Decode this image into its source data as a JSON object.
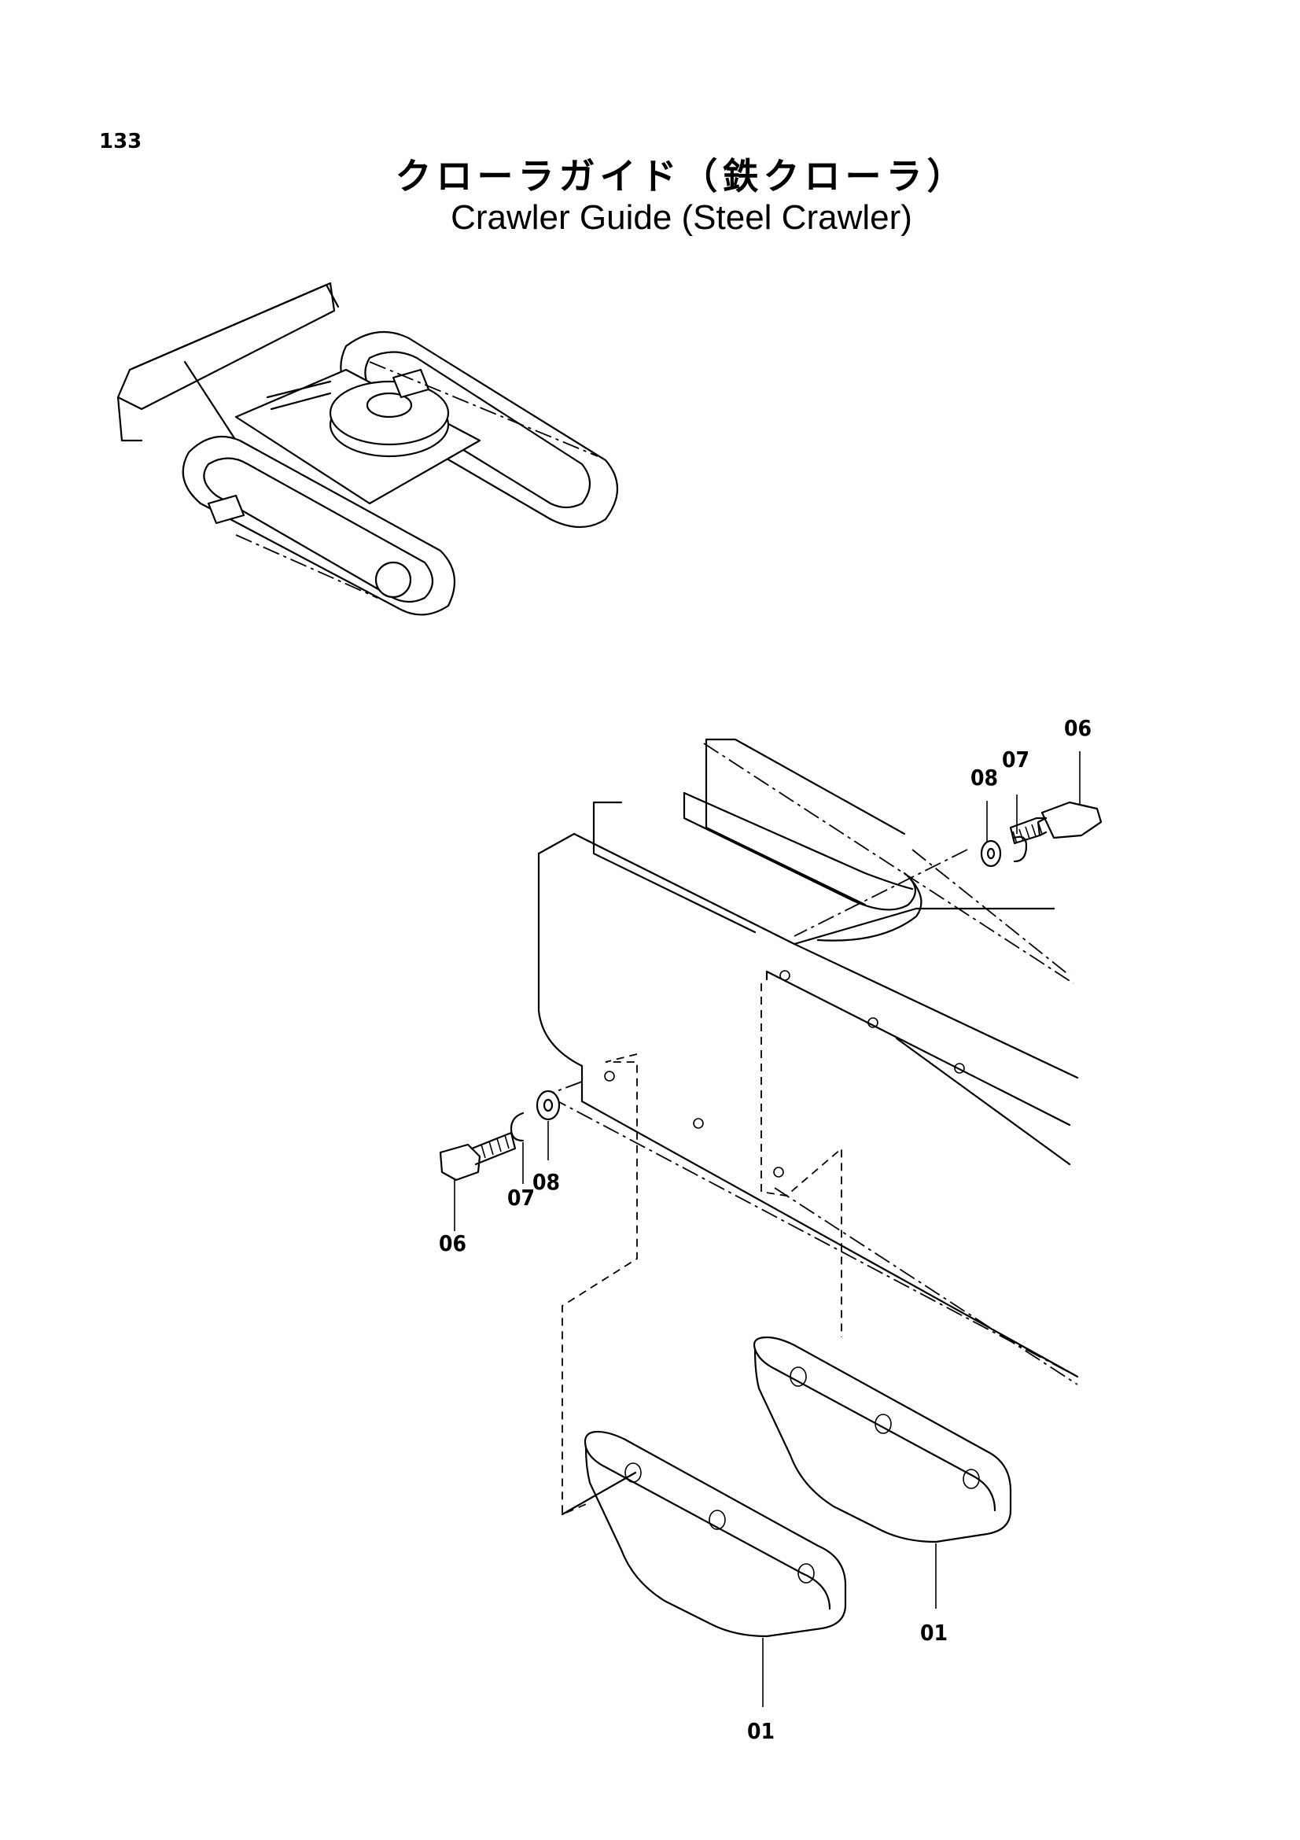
{
  "page": {
    "number": "133",
    "title_ja": "クローラガイド（鉄クローラ）",
    "title_en": "Crawler Guide (Steel Crawler)"
  },
  "callouts": {
    "top_bolt": "06",
    "top_spring_washer": "07",
    "top_washer": "08",
    "left_bolt": "06",
    "left_spring_washer": "07",
    "left_washer": "08",
    "guide_right": "01",
    "guide_left": "01"
  }
}
